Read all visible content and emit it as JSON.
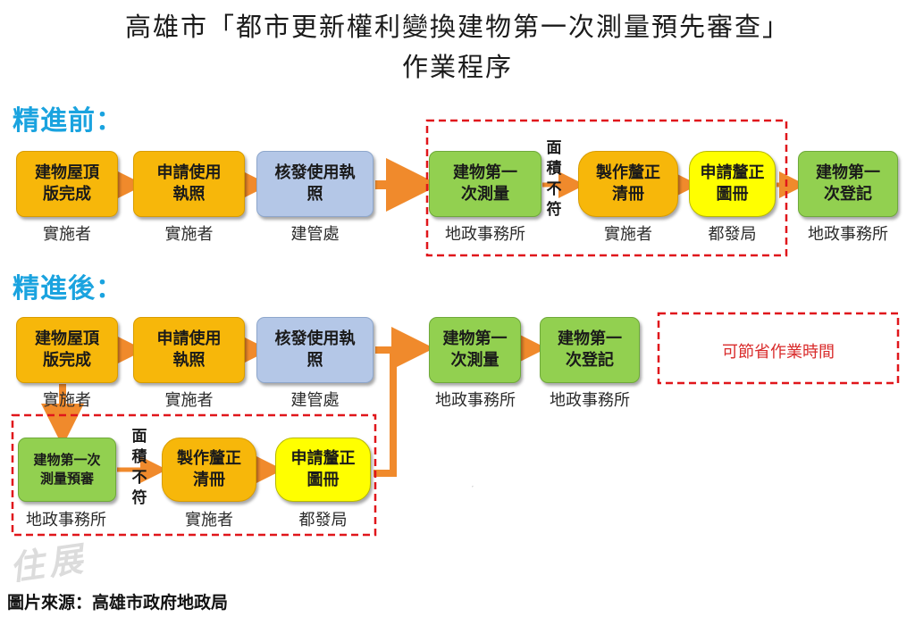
{
  "title": {
    "line1": "高雄市「都市更新權利變換建物第一次測量預先審查」",
    "line2": "作業程序"
  },
  "before": {
    "heading": "精進前：",
    "steps": [
      {
        "text": "建物屋頂\n版完成",
        "actor": "實施者"
      },
      {
        "text": "申請使用\n執照",
        "actor": "實施者"
      },
      {
        "text": "核發使用執\n照",
        "actor": "建管處"
      },
      {
        "text": "建物第一\n次測量",
        "actor": "地政事務所"
      },
      {
        "text": "製作釐正\n清冊",
        "actor": "實施者"
      },
      {
        "text": "申請釐正\n圖冊",
        "actor": "都發局"
      },
      {
        "text": "建物第一\n次登記",
        "actor": "地政事務所"
      }
    ],
    "mismatch_note": "面積不符"
  },
  "after": {
    "heading": "精進後：",
    "steps": [
      {
        "text": "建物屋頂\n版完成",
        "actor": "實施者"
      },
      {
        "text": "申請使用\n執照",
        "actor": "實施者"
      },
      {
        "text": "核發使用執\n照",
        "actor": "建管處"
      },
      {
        "text": "建物第一\n次測量",
        "actor": "地政事務所"
      },
      {
        "text": "建物第一\n次登記",
        "actor": "地政事務所"
      }
    ],
    "presurvey_steps": [
      {
        "text": "建物第一次\n測量預審",
        "actor": "地政事務所"
      },
      {
        "text": "製作釐正\n清冊",
        "actor": "實施者"
      },
      {
        "text": "申請釐正\n圖冊",
        "actor": "都發局"
      }
    ],
    "mismatch_note": "面積不符",
    "saving_note": "可節省作業時間"
  },
  "footer": {
    "source": "圖片來源：高雄市政府地政局"
  },
  "watermark": "住展",
  "colors": {
    "heading": "#1aa3df",
    "arrow": "#f08a2c",
    "dashed_frame": "#e0161b",
    "orange": "#f7b70a",
    "blue": "#b4c7e7",
    "green": "#92d050",
    "yellow": "#ffff00"
  }
}
